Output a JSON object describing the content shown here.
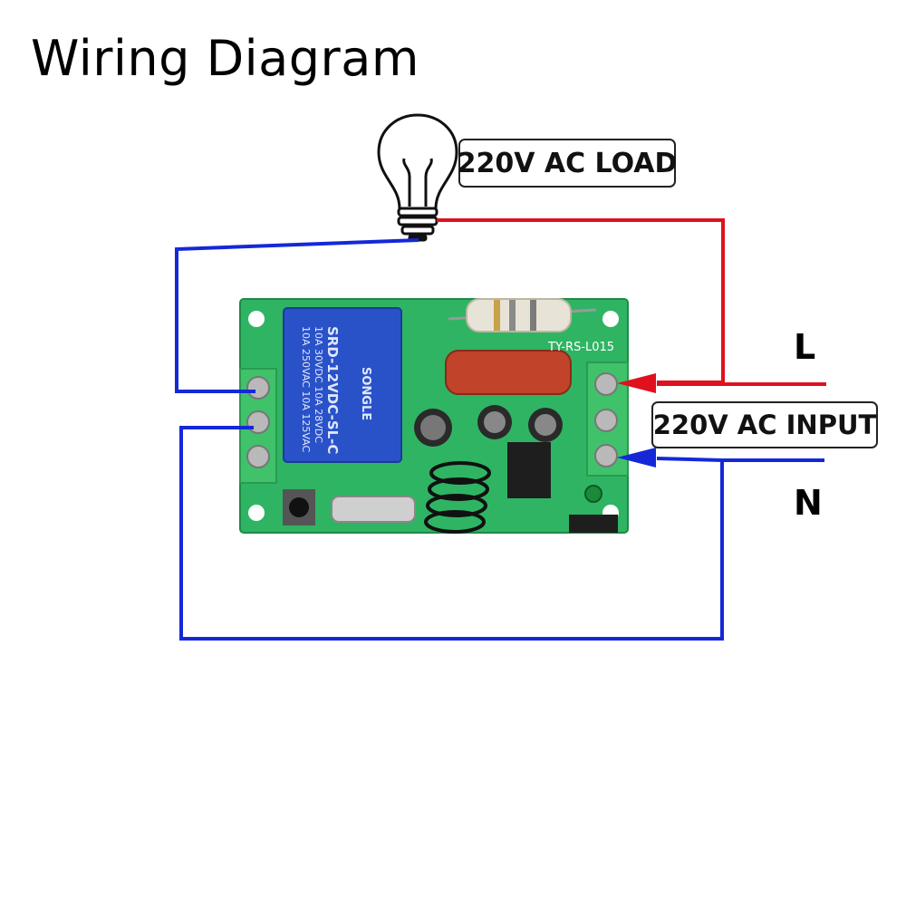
{
  "title": "Wiring Diagram",
  "labels": {
    "load": "220V AC LOAD",
    "input": "220V AC INPUT",
    "live": "L",
    "neutral": "N"
  },
  "board": {
    "model": "TY-RS-L015",
    "relay_brand": "SONGLE",
    "relay_lines": [
      "10A 250VAC 10A 125VAC",
      "10A 30VDC 10A 28VDC",
      "SRD-12VDC-SL-C"
    ]
  },
  "colors": {
    "live_wire": "#e0101e",
    "neutral_wire": "#1428d8",
    "pcb": "#28b060",
    "terminal_block": "#3fc26a",
    "relay": "#2a52c8"
  }
}
